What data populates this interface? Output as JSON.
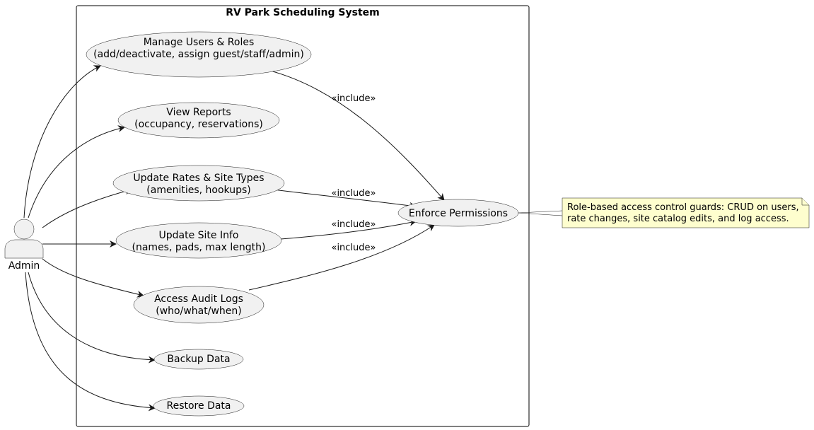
{
  "system": {
    "title": "RV Park Scheduling System"
  },
  "actor": {
    "label": "Admin",
    "icon": "user-icon"
  },
  "use_cases": [
    {
      "id": "manage-users",
      "lines": [
        "Manage Users & Roles",
        "(add/deactivate, assign guest/staff/admin)"
      ]
    },
    {
      "id": "view-reports",
      "lines": [
        "View Reports",
        "(occupancy, reservations)"
      ]
    },
    {
      "id": "update-rates",
      "lines": [
        "Update Rates & Site Types",
        "(amenities, hookups)"
      ]
    },
    {
      "id": "update-site-info",
      "lines": [
        "Update Site Info",
        "(names, pads, max length)"
      ]
    },
    {
      "id": "access-audit-logs",
      "lines": [
        "Access Audit Logs",
        "(who/what/when)"
      ]
    },
    {
      "id": "backup-data",
      "lines": [
        "Backup Data"
      ]
    },
    {
      "id": "restore-data",
      "lines": [
        "Restore Data"
      ]
    },
    {
      "id": "enforce-permissions",
      "lines": [
        "Enforce Permissions"
      ]
    }
  ],
  "relations": {
    "include_label": "«include»",
    "includes": [
      {
        "from": "manage-users",
        "to": "enforce-permissions"
      },
      {
        "from": "update-rates",
        "to": "enforce-permissions"
      },
      {
        "from": "update-site-info",
        "to": "enforce-permissions"
      },
      {
        "from": "access-audit-logs",
        "to": "enforce-permissions"
      }
    ],
    "actor_links": [
      "manage-users",
      "view-reports",
      "update-rates",
      "update-site-info",
      "access-audit-logs",
      "backup-data",
      "restore-data"
    ]
  },
  "note": {
    "lines": [
      "Role-based access control guards: CRUD on users,",
      "rate changes, site catalog edits, and log access."
    ],
    "attached_to": "enforce-permissions"
  },
  "colors": {
    "use_case_fill": "#f1f1f1",
    "note_fill": "#fefece",
    "stroke": "#181818"
  }
}
